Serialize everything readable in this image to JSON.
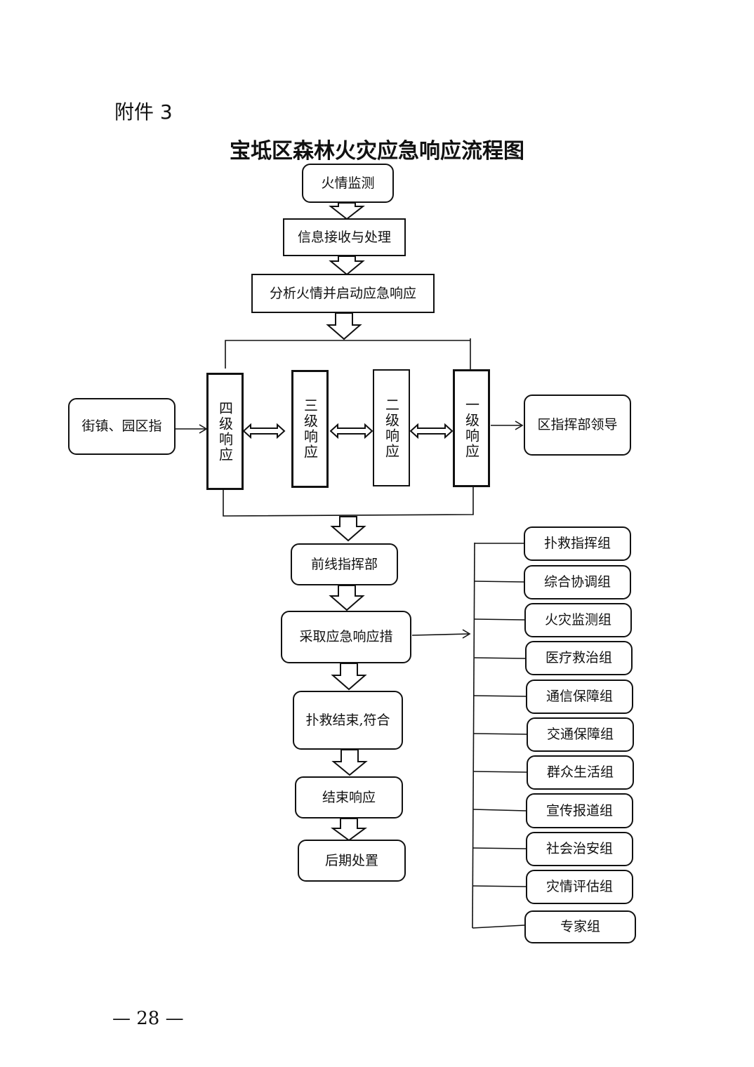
{
  "header": {
    "attachment": "附件 3",
    "title": "宝坻区森林火灾应急响应流程图"
  },
  "flow": {
    "monitor": "火情监测",
    "receive": "信息接收与处理",
    "analyze": "分析火情并启动应急响应",
    "front_command": "前线指挥部",
    "measures": "采取应急响应措",
    "rescue_end": "扑救结束,符合",
    "end_response": "结束响应",
    "aftermath": "后期处置"
  },
  "levels": {
    "level4": "四级响应",
    "level3": "三级响应",
    "level2": "二级响应",
    "level1": "一级响应"
  },
  "side": {
    "town": "街镇、园区指",
    "district": "区指挥部领导"
  },
  "groups": [
    "扑救指挥组",
    "综合协调组",
    "火灾监测组",
    "医疗救治组",
    "通信保障组",
    "交通保障组",
    "群众生活组",
    "宣传报道组",
    "社会治安组",
    "灾情评估组",
    "专家组"
  ],
  "footer": {
    "page": "— 28 —"
  }
}
